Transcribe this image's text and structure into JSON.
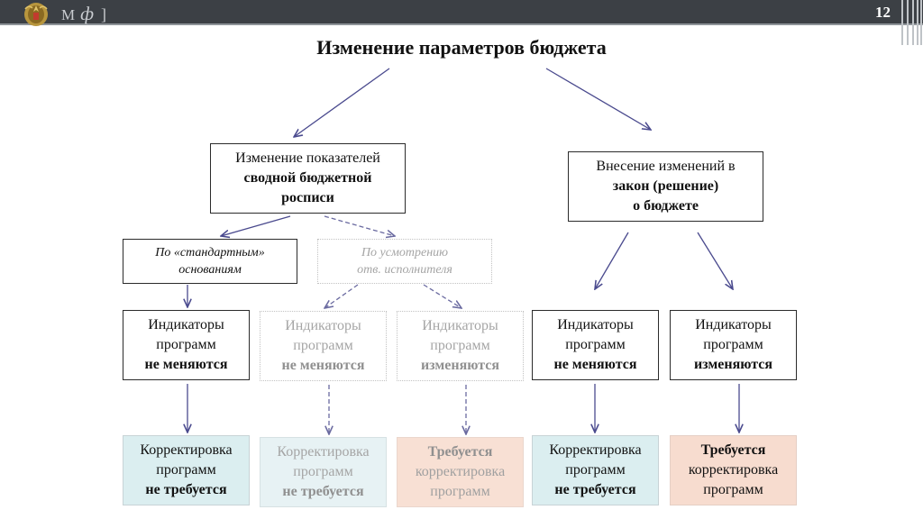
{
  "header": {
    "brand_letter_1": "М",
    "brand_letter_2": "ф",
    "brand_letter_3": "]",
    "page_number": "12"
  },
  "title": "Изменение параметров бюджета",
  "left_branch": {
    "line1": "Изменение показателей",
    "line2": "сводной бюджетной",
    "line3": "росписи"
  },
  "right_branch": {
    "line1": "Внесение изменений в",
    "line2": "закон (решение)",
    "line3": "о бюджете"
  },
  "basis_standard": {
    "line1": "По «стандартным»",
    "line2": "основаниям"
  },
  "basis_discretion": {
    "line1": "По усмотрению",
    "line2": "отв. исполнителя"
  },
  "indicators": [
    {
      "line1": "Индикаторы",
      "line2": "программ",
      "line3": "не меняются"
    },
    {
      "line1": "Индикаторы",
      "line2": "программ",
      "line3": "не меняются"
    },
    {
      "line1": "Индикаторы",
      "line2": "программ",
      "line3": "изменяются"
    },
    {
      "line1": "Индикаторы",
      "line2": "программ",
      "line3": "не меняются"
    },
    {
      "line1": "Индикаторы",
      "line2": "программ",
      "line3": "изменяются"
    }
  ],
  "outcomes": [
    {
      "line1": "Корректировка",
      "line2": "программ",
      "line3": "не требуется"
    },
    {
      "line1": "Корректировка",
      "line2": "программ",
      "line3": "не требуется"
    },
    {
      "line1": "Требуется",
      "line2": "корректировка",
      "line3": "программ"
    },
    {
      "line1": "Корректировка",
      "line2": "программ",
      "line3": "не требуется"
    },
    {
      "line1": "Требуется",
      "line2": "корректировка",
      "line3": "программ"
    }
  ],
  "colors": {
    "header_bar": "#3c4045",
    "arrow": "#4a4a8e",
    "no_change_fill": "#dbeef0",
    "change_fill": "#f7dccf"
  }
}
